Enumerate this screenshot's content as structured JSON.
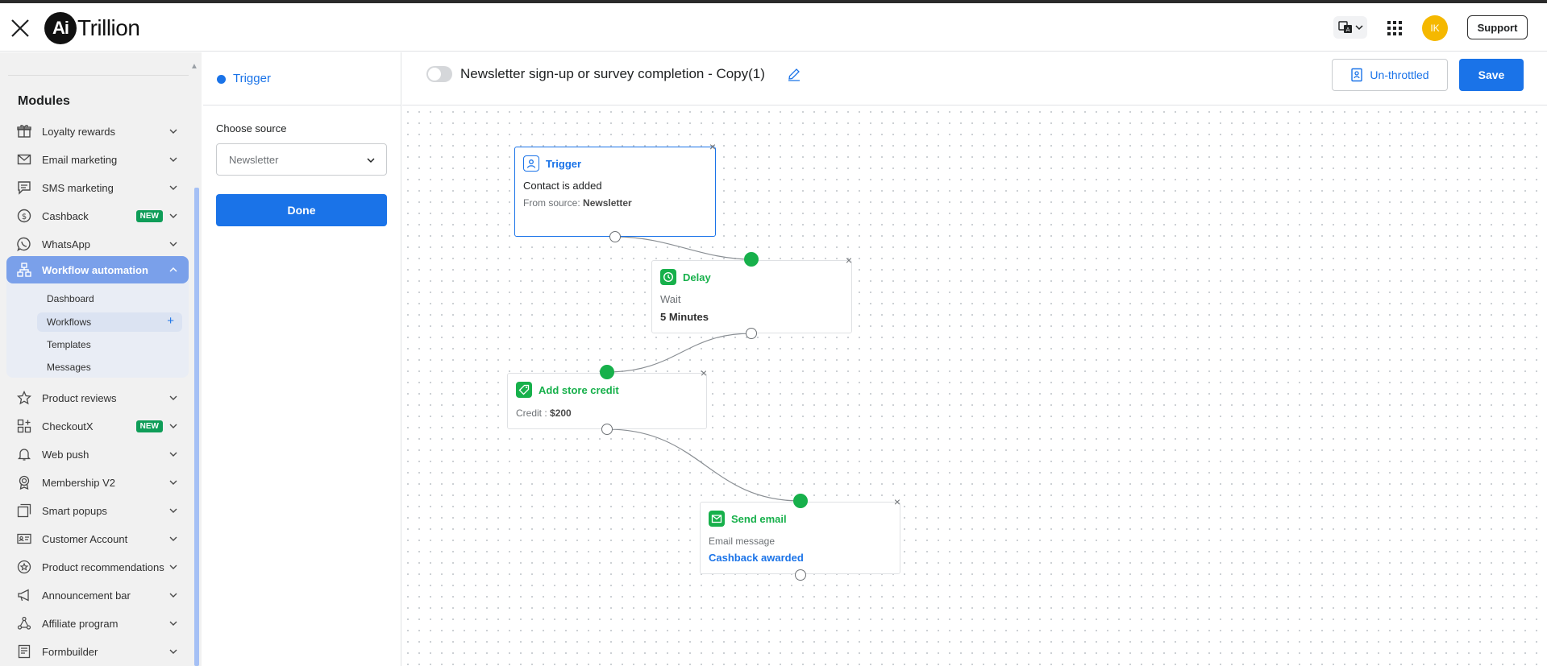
{
  "header": {
    "logo_mark": "Ai",
    "logo_text": "Trillion",
    "avatar_initials": "IK",
    "support_label": "Support"
  },
  "sidebar": {
    "heading": "Modules",
    "items": [
      {
        "label": "Loyalty rewards",
        "icon": "gift-icon"
      },
      {
        "label": "Email marketing",
        "icon": "mail-icon"
      },
      {
        "label": "SMS marketing",
        "icon": "chat-icon"
      },
      {
        "label": "Cashback",
        "icon": "dollar-coin-icon",
        "badge": "NEW"
      },
      {
        "label": "WhatsApp",
        "icon": "whatsapp-icon"
      },
      {
        "label": "Workflow automation",
        "icon": "workflow-icon"
      },
      {
        "label": "Product reviews",
        "icon": "star-icon"
      },
      {
        "label": "CheckoutX",
        "icon": "checkout-grid-icon",
        "badge": "NEW"
      },
      {
        "label": "Web push",
        "icon": "bell-icon"
      },
      {
        "label": "Membership V2",
        "icon": "medal-icon"
      },
      {
        "label": "Smart popups",
        "icon": "popup-icon"
      },
      {
        "label": "Customer Account",
        "icon": "id-card-icon"
      },
      {
        "label": "Product recommendations",
        "icon": "recommend-icon"
      },
      {
        "label": "Announcement bar",
        "icon": "megaphone-icon"
      },
      {
        "label": "Affiliate program",
        "icon": "affiliate-icon"
      },
      {
        "label": "Formbuilder",
        "icon": "form-icon"
      }
    ],
    "workflow_sub": [
      "Dashboard",
      "Workflows",
      "Templates",
      "Messages"
    ]
  },
  "panel": {
    "title": "Trigger",
    "choose_label": "Choose source",
    "source_value": "Newsletter",
    "done_label": "Done"
  },
  "toolbar": {
    "title": "Newsletter sign-up or survey completion - Copy(1)",
    "unthrottled_label": "Un-throttled",
    "save_label": "Save"
  },
  "nodes": {
    "trigger": {
      "title": "Trigger",
      "line1": "Contact is added",
      "line2_prefix": "From source:",
      "line2_value": "Newsletter"
    },
    "delay": {
      "title": "Delay",
      "line1": "Wait",
      "line2": "5 Minutes"
    },
    "credit": {
      "title": "Add store credit",
      "line1_prefix": "Credit :",
      "line1_value": "$200"
    },
    "email": {
      "title": "Send email",
      "line1": "Email message",
      "line2": "Cashback awarded"
    }
  },
  "colors": {
    "accent": "#1a73e8",
    "success": "#17b04b",
    "sidebar_active": "#7aa0ea"
  }
}
